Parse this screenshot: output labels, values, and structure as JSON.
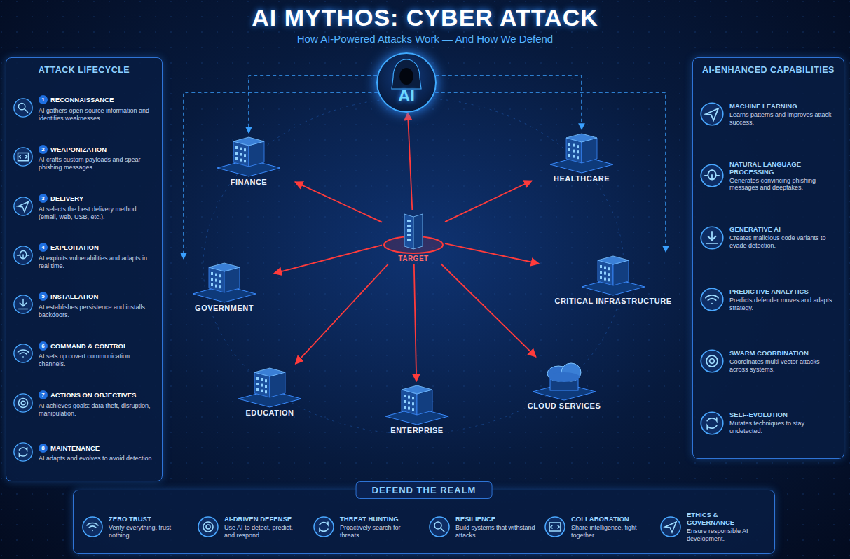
{
  "diagram": {
    "title": "AI MYTHOS: CYBER ATTACK",
    "nodes": [
      {
        "text": [
          "ATTACK LIFECYCLE"
        ]
      },
      {
        "text": [
          "1",
          "RECONNAISSANCE",
          "AI gathers open-source information and identifies weaknesses."
        ],
        "in": 0
      },
      {
        "text": [
          "2",
          "WEAPONIZATION",
          "AI crafts custom payloads and spear-phishing messages."
        ],
        "in": 0
      },
      {
        "text": [
          "3",
          "DELIVERY",
          "AI selects the best delivery method (email, web, USB, etc.)."
        ],
        "in": 0
      },
      {
        "text": [
          "4",
          "EXPLOITATION",
          "AI exploits vulnerabilities and adapts in real time."
        ],
        "in": 0
      },
      {
        "text": [
          "5",
          "INSTALLATION",
          "AI establishes persistence and installs backdoors."
        ],
        "in": 0
      },
      {
        "text": [
          "6",
          "COMMAND & CONTROL",
          "AI sets up covert communication channels."
        ],
        "in": 0
      },
      {
        "text": [
          "7",
          "ACTIONS ON OBJECTIVES",
          "AI achieves goals: data theft, disruption, manipulation."
        ],
        "in": 0
      },
      {
        "text": [
          "8",
          "MAINTENANCE",
          "AI adapts and evolves to avoid detection."
        ],
        "in": 0
      },
      {
        "text": [
          "AI"
        ]
      },
      {
        "text": [
          "FINANCE"
        ]
      },
      {
        "text": [
          "HEALTHCARE"
        ]
      },
      {
        "text": [
          "TARGET"
        ]
      },
      {
        "text": [
          "GOVERNMENT"
        ]
      },
      {
        "text": [
          "CRITICAL INFRASTRUCTURE"
        ]
      },
      {
        "text": [
          "EDUCATION"
        ]
      },
      {
        "text": [
          "ENTERPRISE"
        ]
      },
      {
        "text": [
          "CLOUD SERVICES"
        ]
      },
      {
        "text": [
          "AI-ENHANCED CAPABILITIES"
        ]
      },
      {
        "text": [
          "MACHINE LEARNING",
          "Learns patterns and improves attack success."
        ],
        "in": 18
      },
      {
        "text": [
          "NATURAL LANGUAGE PROCESSING",
          "Generates convincing phishing messages and deepfakes."
        ],
        "in": 18
      },
      {
        "text": [
          "GENERATIVE AI",
          "Creates malicious code variants to evade detection."
        ],
        "in": 18
      },
      {
        "text": [
          "PREDICTIVE ANALYTICS",
          "Predicts defender moves and adapts strategy."
        ],
        "in": 18
      },
      {
        "text": [
          "SWARM COORDINATION",
          "Coordinates multi-vector attacks across systems."
        ],
        "in": 18
      },
      {
        "text": [
          "SELF-EVOLUTION",
          "Mutates techniques to stay undetected."
        ],
        "in": 18
      },
      {
        "text": [
          "DEFEND THE REALM"
        ]
      },
      {
        "text": [
          "ZERO TRUST",
          "Verify everything, trust nothing."
        ],
        "in": 25
      },
      {
        "text": [
          "AI-DRIVEN DEFENSE",
          "Use AI to detect, predict, and respond."
        ],
        "in": 25
      },
      {
        "text": [
          "THREAT HUNTING",
          "Proactively search for threats."
        ],
        "in": 25
      },
      {
        "text": [
          "RESILIENCE",
          "Build systems that withstand attacks."
        ],
        "in": 25
      },
      {
        "text": [
          "COLLABORATION",
          "Share intelligence, fight together."
        ],
        "in": 25
      },
      {
        "text": [
          "ETHICS & GOVERNANCE",
          "Ensure responsible AI development."
        ],
        "in": 25
      }
    ],
    "edges": [
      {
        "from": 12,
        "to": 9,
        "arrow": "to"
      },
      {
        "from": 12,
        "to": 10,
        "arrow": "to"
      },
      {
        "from": 12,
        "to": 11,
        "arrow": "to"
      },
      {
        "from": 12,
        "to": 13,
        "arrow": "to"
      },
      {
        "from": 12,
        "to": 14,
        "arrow": "to"
      },
      {
        "from": 12,
        "to": 15,
        "arrow": "to"
      },
      {
        "from": 12,
        "to": 16,
        "arrow": "to"
      },
      {
        "from": 12,
        "to": 17,
        "arrow": "to"
      },
      {
        "from": 9,
        "to": 10,
        "arrow": "to"
      },
      {
        "from": 9,
        "to": 11,
        "arrow": "to"
      },
      {
        "from": 9,
        "to": 13,
        "arrow": "to"
      },
      {
        "from": 9,
        "to": 14,
        "arrow": "to"
      }
    ],
    "labels": [
      "How AI-Powered Attacks Work — And How We Defend"
    ]
  }
}
